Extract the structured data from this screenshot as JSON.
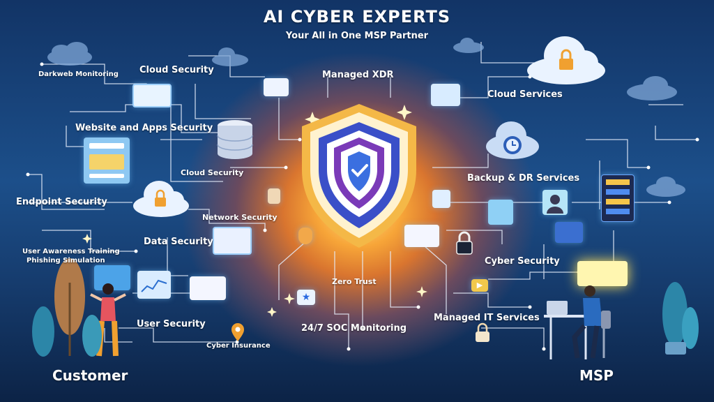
{
  "header": {
    "title": "AI CYBER EXPERTS",
    "subtitle": "Your All in One MSP Partner"
  },
  "services": {
    "darkweb_monitoring": "Darkweb Monitoring",
    "cloud_security_top": "Cloud Security",
    "managed_xdr": "Managed XDR",
    "cloud_services": "Cloud Services",
    "website_apps_security": "Website and Apps Security",
    "cloud_security_mid": "Cloud Security",
    "backup_dr": "Backup & DR Services",
    "endpoint_security": "Endpoint Security",
    "network_security": "Network Security",
    "data_security": "Data Security",
    "user_awareness_training": "User Awareness Training",
    "phishing_simulation": "Phishing Simulation",
    "cyber_security": "Cyber Security",
    "zero_trust": "Zero Trust",
    "managed_it_services": "Managed IT Services",
    "user_security": "User Security",
    "soc_monitoring": "24/7  SOC Monitoring",
    "cyber_insurance": "Cyber Insurance"
  },
  "footer": {
    "customer": "Customer",
    "msp": "MSP"
  },
  "icons": [
    "cloud-lock-icon",
    "cloud-backup-icon",
    "database-icon",
    "shield-check-icon",
    "padlock-icon",
    "dashboard-icon",
    "server-rack-icon",
    "star-badge-icon",
    "play-icon",
    "user-avatar-icon",
    "laptop-icon"
  ],
  "colors": {
    "background_dark": "#123466",
    "glow_center": "#ffe08a",
    "glow_orange": "#f7a538",
    "circuit_line": "#e6eefc",
    "shield_blue": "#3a5bd9",
    "shield_purple": "#8a3fbf",
    "lock_orange": "#f0a030"
  }
}
